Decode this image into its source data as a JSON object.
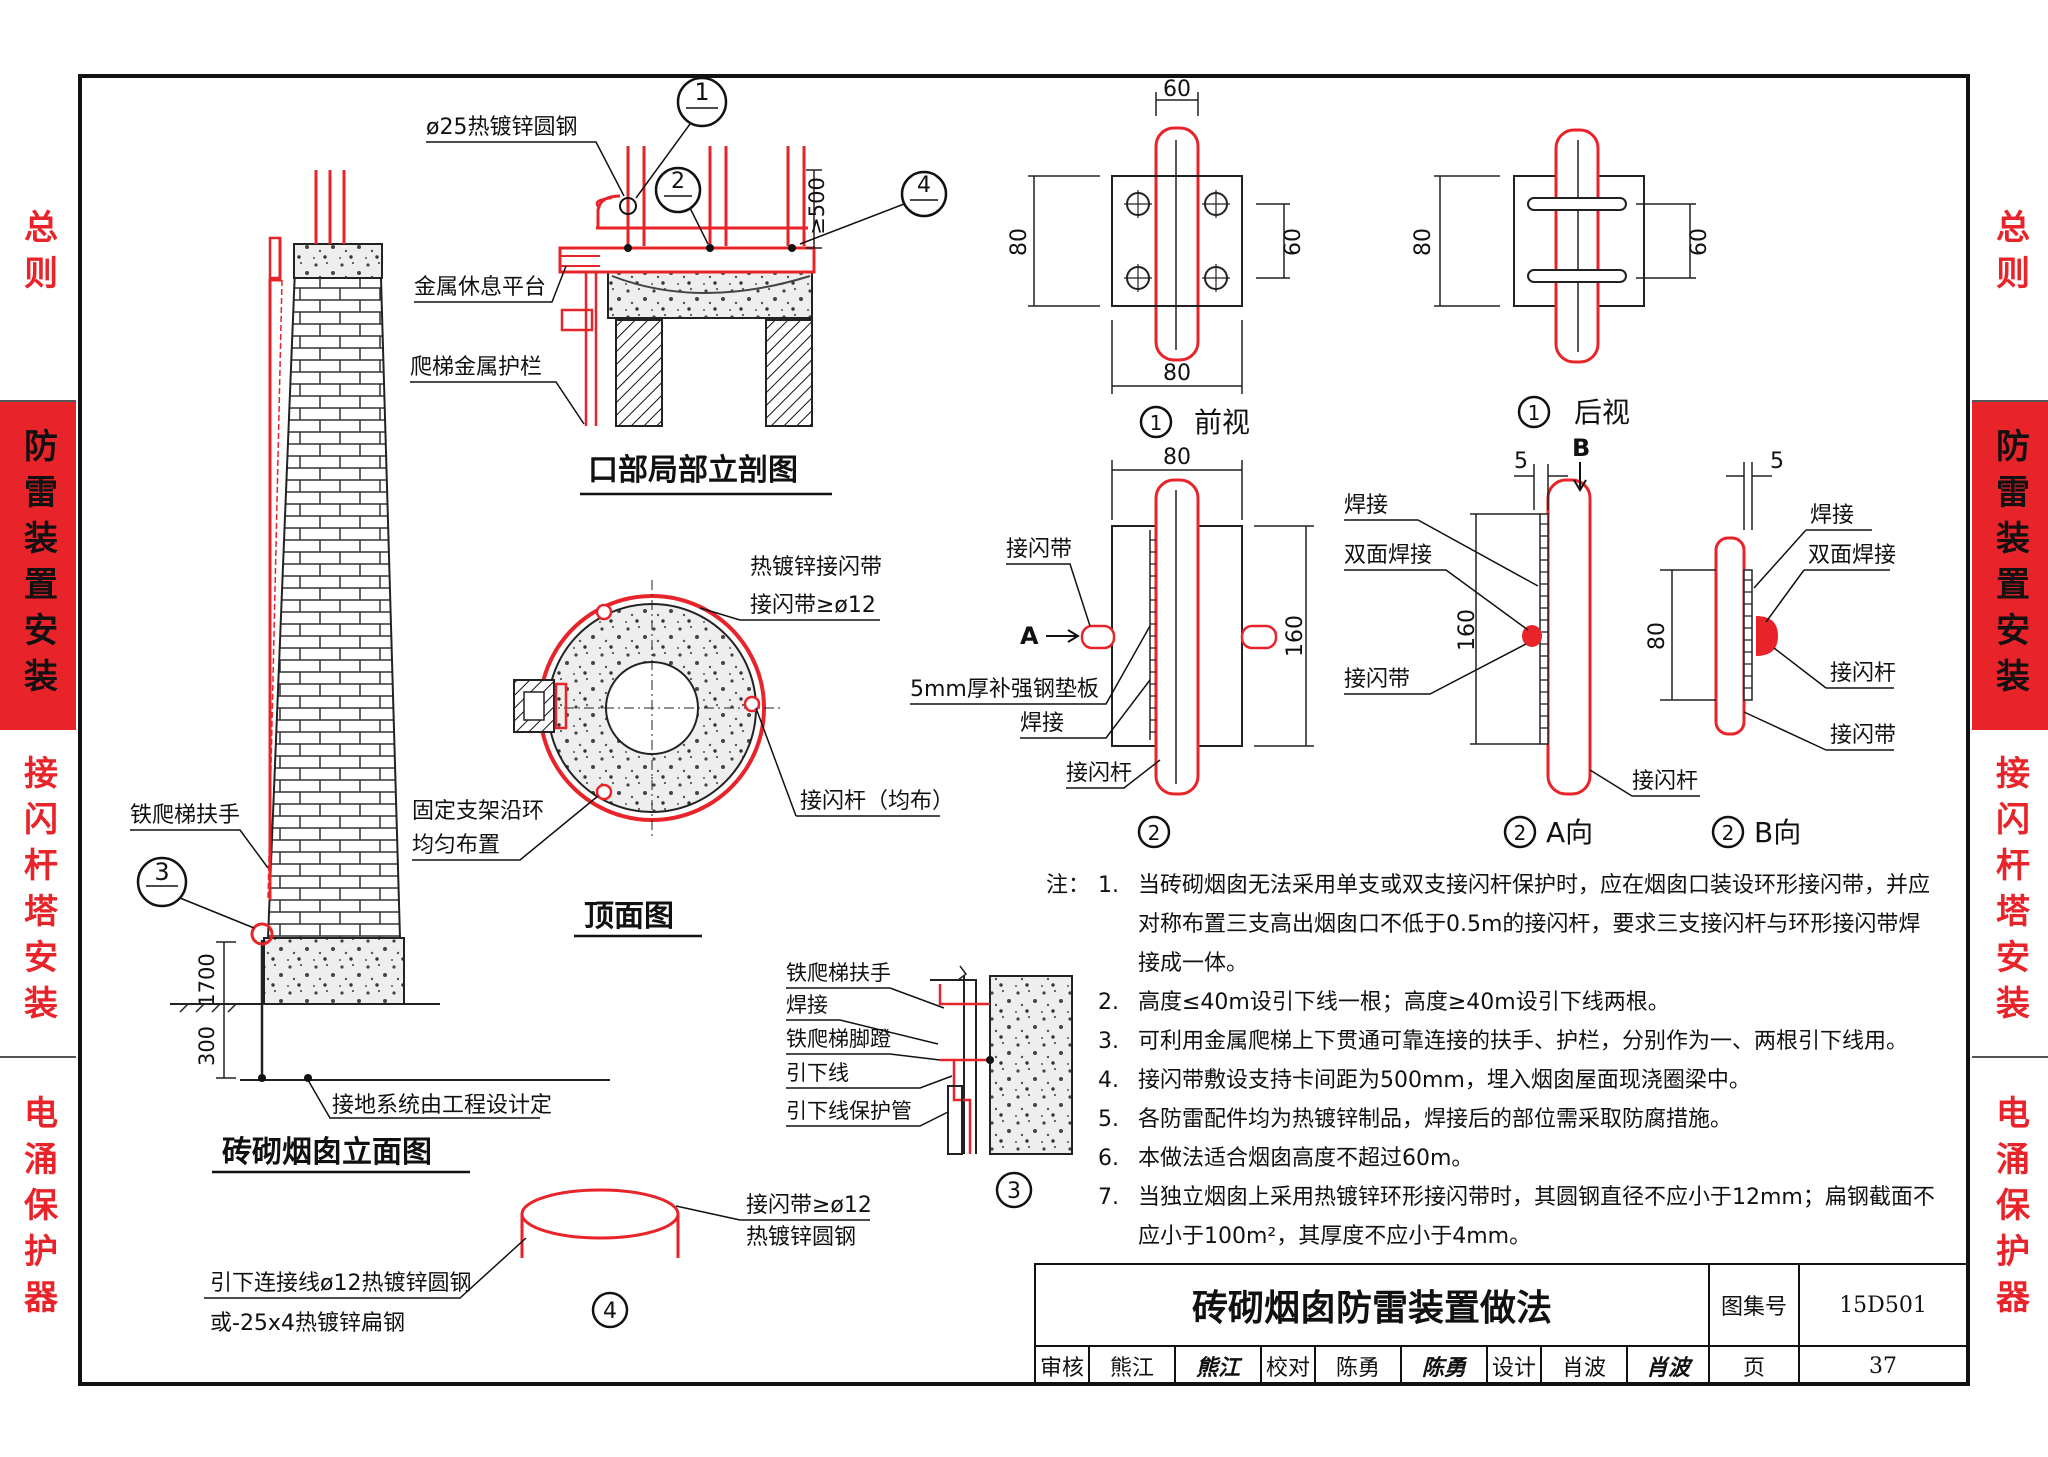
{
  "side_tabs": {
    "t1": "总则",
    "t2": "防雷装置安装",
    "t3": "接闪杆塔安装",
    "t4": "电涌保护器"
  },
  "elevation": {
    "title": "砖砌烟囱立面图",
    "ladder_handrail": "铁爬梯扶手",
    "dim_1700": "1700",
    "dim_300": "300",
    "grounding": "接地系统由工程设计定",
    "callout_3": "3"
  },
  "section": {
    "title": "口部局部立剖图",
    "rod_spec": "ø25热镀锌圆钢",
    "platform": "金属休息平台",
    "guardrail": "爬梯金属护栏",
    "dim_500": "≥500",
    "callout_1": "1",
    "callout_2": "2",
    "callout_4": "4"
  },
  "top_view": {
    "title": "顶面图",
    "band_label": "热镀锌接闪带",
    "band_spec": "接闪带≥ø12",
    "bracket_1": "固定支架沿环",
    "bracket_2": "均匀布置",
    "rod_label": "接闪杆（均布）"
  },
  "detail3": {
    "handrail": "铁爬梯扶手",
    "weld": "焊接",
    "step": "铁爬梯脚蹬",
    "downlead": "引下线",
    "pipe": "引下线保护管",
    "num": "3"
  },
  "detail4": {
    "band_spec": "接闪带≥ø12",
    "band_material": "热镀锌圆钢",
    "down1": "引下连接线ø12热镀锌圆钢",
    "down2": "或-25x4热镀锌扁钢",
    "num": "4"
  },
  "front": {
    "num": "1",
    "label": "前视",
    "dim_top": "60",
    "dim_left": "80",
    "dim_right": "60",
    "dim_bottom": "80"
  },
  "back": {
    "num": "1",
    "label": "后视",
    "dim_left": "80",
    "dim_right": "60"
  },
  "detail2": {
    "num": "2",
    "dim_top": "80",
    "dim_right": "160",
    "band": "接闪带",
    "a_mark": "A",
    "plate": "5mm厚补强钢垫板",
    "weld": "焊接",
    "rod": "接闪杆"
  },
  "detail2a": {
    "num": "2",
    "label": "A向",
    "dim5": "5",
    "b_mark": "B",
    "weld": "焊接",
    "double_weld": "双面焊接",
    "dim160": "160",
    "band": "接闪带",
    "rod": "接闪杆"
  },
  "detail2b": {
    "num": "2",
    "label": "B向",
    "dim5": "5",
    "weld": "焊接",
    "double_weld": "双面焊接",
    "dim80": "80",
    "rod": "接闪杆",
    "band": "接闪带"
  },
  "notes": {
    "head": "注：",
    "items": [
      {
        "n": "1.",
        "text": "当砖砌烟囱无法采用单支或双支接闪杆保护时，应在烟囱口装设环形接闪带，并应对称布置三支高出烟囱口不低于0.5m的接闪杆，要求三支接闪杆与环形接闪带焊接成一体。"
      },
      {
        "n": "2.",
        "text": "高度≤40m设引下线一根；高度≥40m设引下线两根。"
      },
      {
        "n": "3.",
        "text": "可利用金属爬梯上下贯通可靠连接的扶手、护栏，分别作为一、两根引下线用。"
      },
      {
        "n": "4.",
        "text": "接闪带敷设支持卡间距为500mm，埋入烟囱屋面现浇圈梁中。"
      },
      {
        "n": "5.",
        "text": "各防雷配件均为热镀锌制品，焊接后的部位需采取防腐措施。"
      },
      {
        "n": "6.",
        "text": "本做法适合烟囱高度不超过60m。"
      },
      {
        "n": "7.",
        "text": "当独立烟囱上采用热镀锌环形接闪带时，其圆钢直径不应小于12mm；扁钢截面不应小于100m²，其厚度不应小于4mm。"
      }
    ]
  },
  "title_block": {
    "title": "砖砌烟囱防雷装置做法",
    "atlas_label": "图集号",
    "atlas_no": "15D501",
    "review": "审核",
    "reviewer": "熊江",
    "reviewer_sig": "熊江",
    "check": "校对",
    "checker": "陈勇",
    "checker_sig": "陈勇",
    "design": "设计",
    "designer": "肖波",
    "designer_sig": "肖波",
    "page_label": "页",
    "page_no": "37"
  }
}
